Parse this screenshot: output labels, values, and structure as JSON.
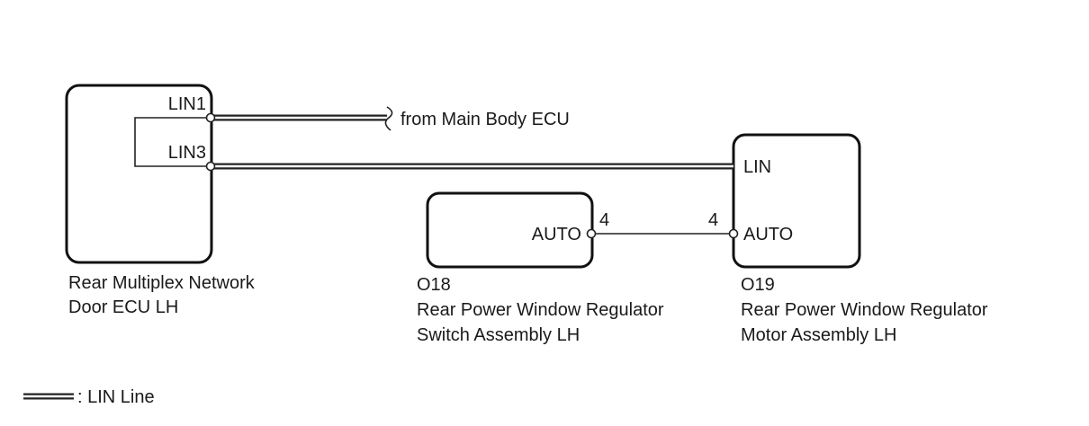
{
  "components": {
    "door_ecu": {
      "name_line1": "Rear Multiplex Network",
      "name_line2": "Door ECU LH",
      "pin_lin1": "LIN1",
      "pin_lin3": "LIN3"
    },
    "switch_assembly": {
      "code": "O18",
      "name_line1": "Rear Power Window Regulator",
      "name_line2": "Switch Assembly LH",
      "pin_auto": "AUTO",
      "pin_auto_number": "4"
    },
    "motor_assembly": {
      "code": "O19",
      "name_line1": "Rear Power Window Regulator",
      "name_line2": "Motor Assembly LH",
      "pin_lin": "LIN",
      "pin_auto": "AUTO",
      "pin_auto_number": "4"
    }
  },
  "connections": {
    "from_main_body": "from Main Body ECU"
  },
  "legend": {
    "lin_line": ": LIN Line"
  }
}
